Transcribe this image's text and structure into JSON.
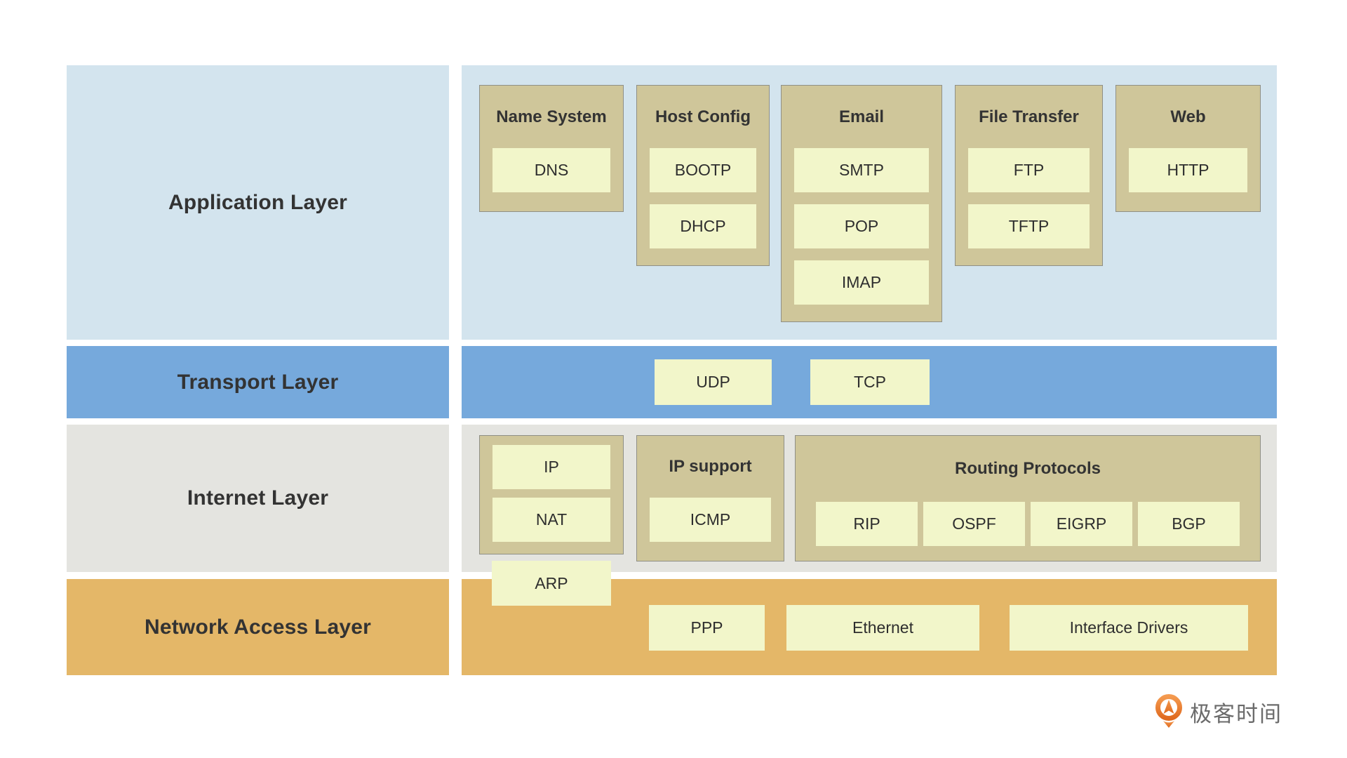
{
  "layers": {
    "application": {
      "label": "Application Layer",
      "groups": [
        {
          "title": "Name System",
          "items": [
            "DNS"
          ]
        },
        {
          "title": "Host Config",
          "items": [
            "BOOTP",
            "DHCP"
          ]
        },
        {
          "title": "Email",
          "items": [
            "SMTP",
            "POP",
            "IMAP"
          ]
        },
        {
          "title": "File Transfer",
          "items": [
            "FTP",
            "TFTP"
          ]
        },
        {
          "title": "Web",
          "items": [
            "HTTP"
          ]
        }
      ]
    },
    "transport": {
      "label": "Transport Layer",
      "items": [
        "UDP",
        "TCP"
      ]
    },
    "internet": {
      "label": "Internet Layer",
      "groups": [
        {
          "title": "",
          "items": [
            "IP",
            "NAT"
          ]
        },
        {
          "title": "IP support",
          "items": [
            "ICMP"
          ]
        },
        {
          "title": "Routing Protocols",
          "items": [
            "RIP",
            "OSPF",
            "EIGRP",
            "BGP"
          ]
        }
      ],
      "overlay_item": "ARP"
    },
    "network_access": {
      "label": "Network Access Layer",
      "items": [
        "PPP",
        "Ethernet",
        "Interface Drivers"
      ]
    }
  },
  "logo": {
    "text": "极客时间"
  },
  "colors": {
    "application_bg": "#d3e4ee",
    "transport_bg": "#76a9dc",
    "internet_bg": "#e4e4e0",
    "network_access_bg": "#e4b768",
    "group_bg": "#cfc69a",
    "group_border": "#8f8f86",
    "protocol_box_bg": "#f2f6ca",
    "text_dark": "#333333",
    "logo_orange": "#e8742a",
    "logo_text_gray": "#6b6b6b"
  }
}
